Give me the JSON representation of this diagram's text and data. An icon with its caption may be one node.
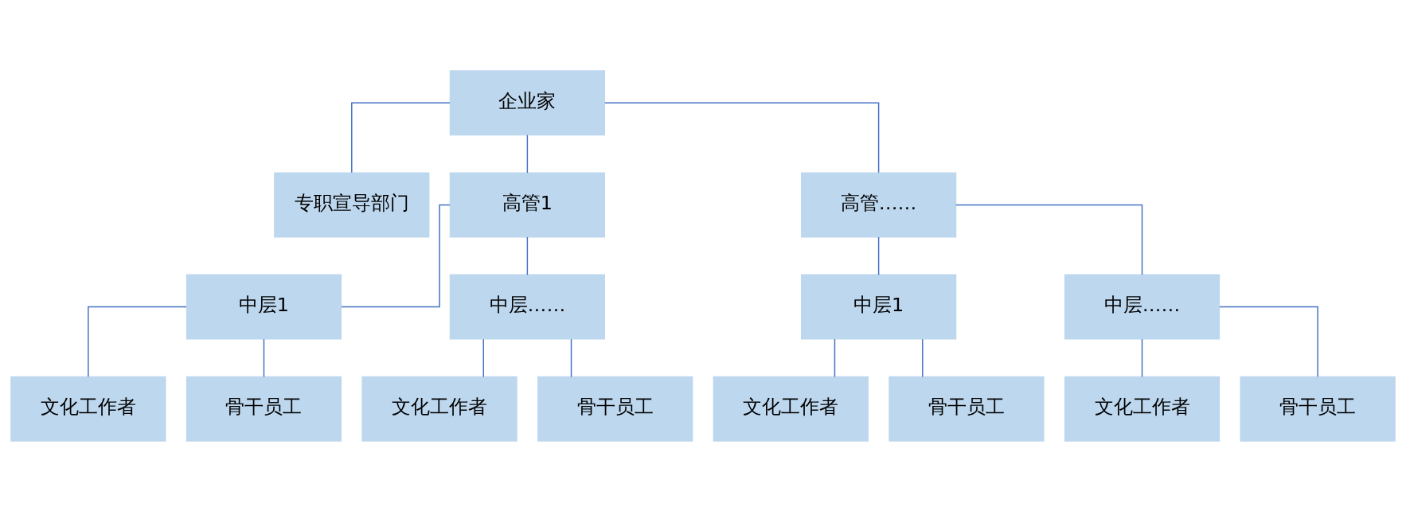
{
  "diagram": {
    "nodes": [
      {
        "text": [
          "企业家"
        ]
      },
      {
        "text": [
          "专职宣导部门"
        ]
      },
      {
        "text": [
          "高管1"
        ]
      },
      {
        "text": [
          "高管……"
        ]
      },
      {
        "text": [
          "中层1"
        ]
      },
      {
        "text": [
          "中层……"
        ]
      },
      {
        "text": [
          "中层1"
        ]
      },
      {
        "text": [
          "中层……"
        ]
      },
      {
        "text": [
          "文化工作者"
        ]
      },
      {
        "text": [
          "骨干员工"
        ]
      },
      {
        "text": [
          "文化工作者"
        ]
      },
      {
        "text": [
          "骨干员工"
        ]
      },
      {
        "text": [
          "文化工作者"
        ]
      },
      {
        "text": [
          "骨干员工"
        ]
      },
      {
        "text": [
          "文化工作者"
        ]
      },
      {
        "text": [
          "骨干员工"
        ]
      }
    ],
    "edges": [
      {
        "from": 0,
        "to": 1,
        "arrow": "none"
      },
      {
        "from": 0,
        "to": 2,
        "arrow": "none"
      },
      {
        "from": 0,
        "to": 3,
        "arrow": "none"
      },
      {
        "from": 2,
        "to": 4,
        "arrow": "none"
      },
      {
        "from": 2,
        "to": 5,
        "arrow": "none"
      },
      {
        "from": 3,
        "to": 6,
        "arrow": "none"
      },
      {
        "from": 3,
        "to": 7,
        "arrow": "none"
      },
      {
        "from": 4,
        "to": 8,
        "arrow": "none"
      },
      {
        "from": 4,
        "to": 9,
        "arrow": "none"
      },
      {
        "from": 5,
        "to": 10,
        "arrow": "none"
      },
      {
        "from": 5,
        "to": 11,
        "arrow": "none"
      },
      {
        "from": 6,
        "to": 12,
        "arrow": "none"
      },
      {
        "from": 6,
        "to": 13,
        "arrow": "none"
      },
      {
        "from": 7,
        "to": 14,
        "arrow": "none"
      },
      {
        "from": 7,
        "to": 15,
        "arrow": "none"
      }
    ]
  }
}
